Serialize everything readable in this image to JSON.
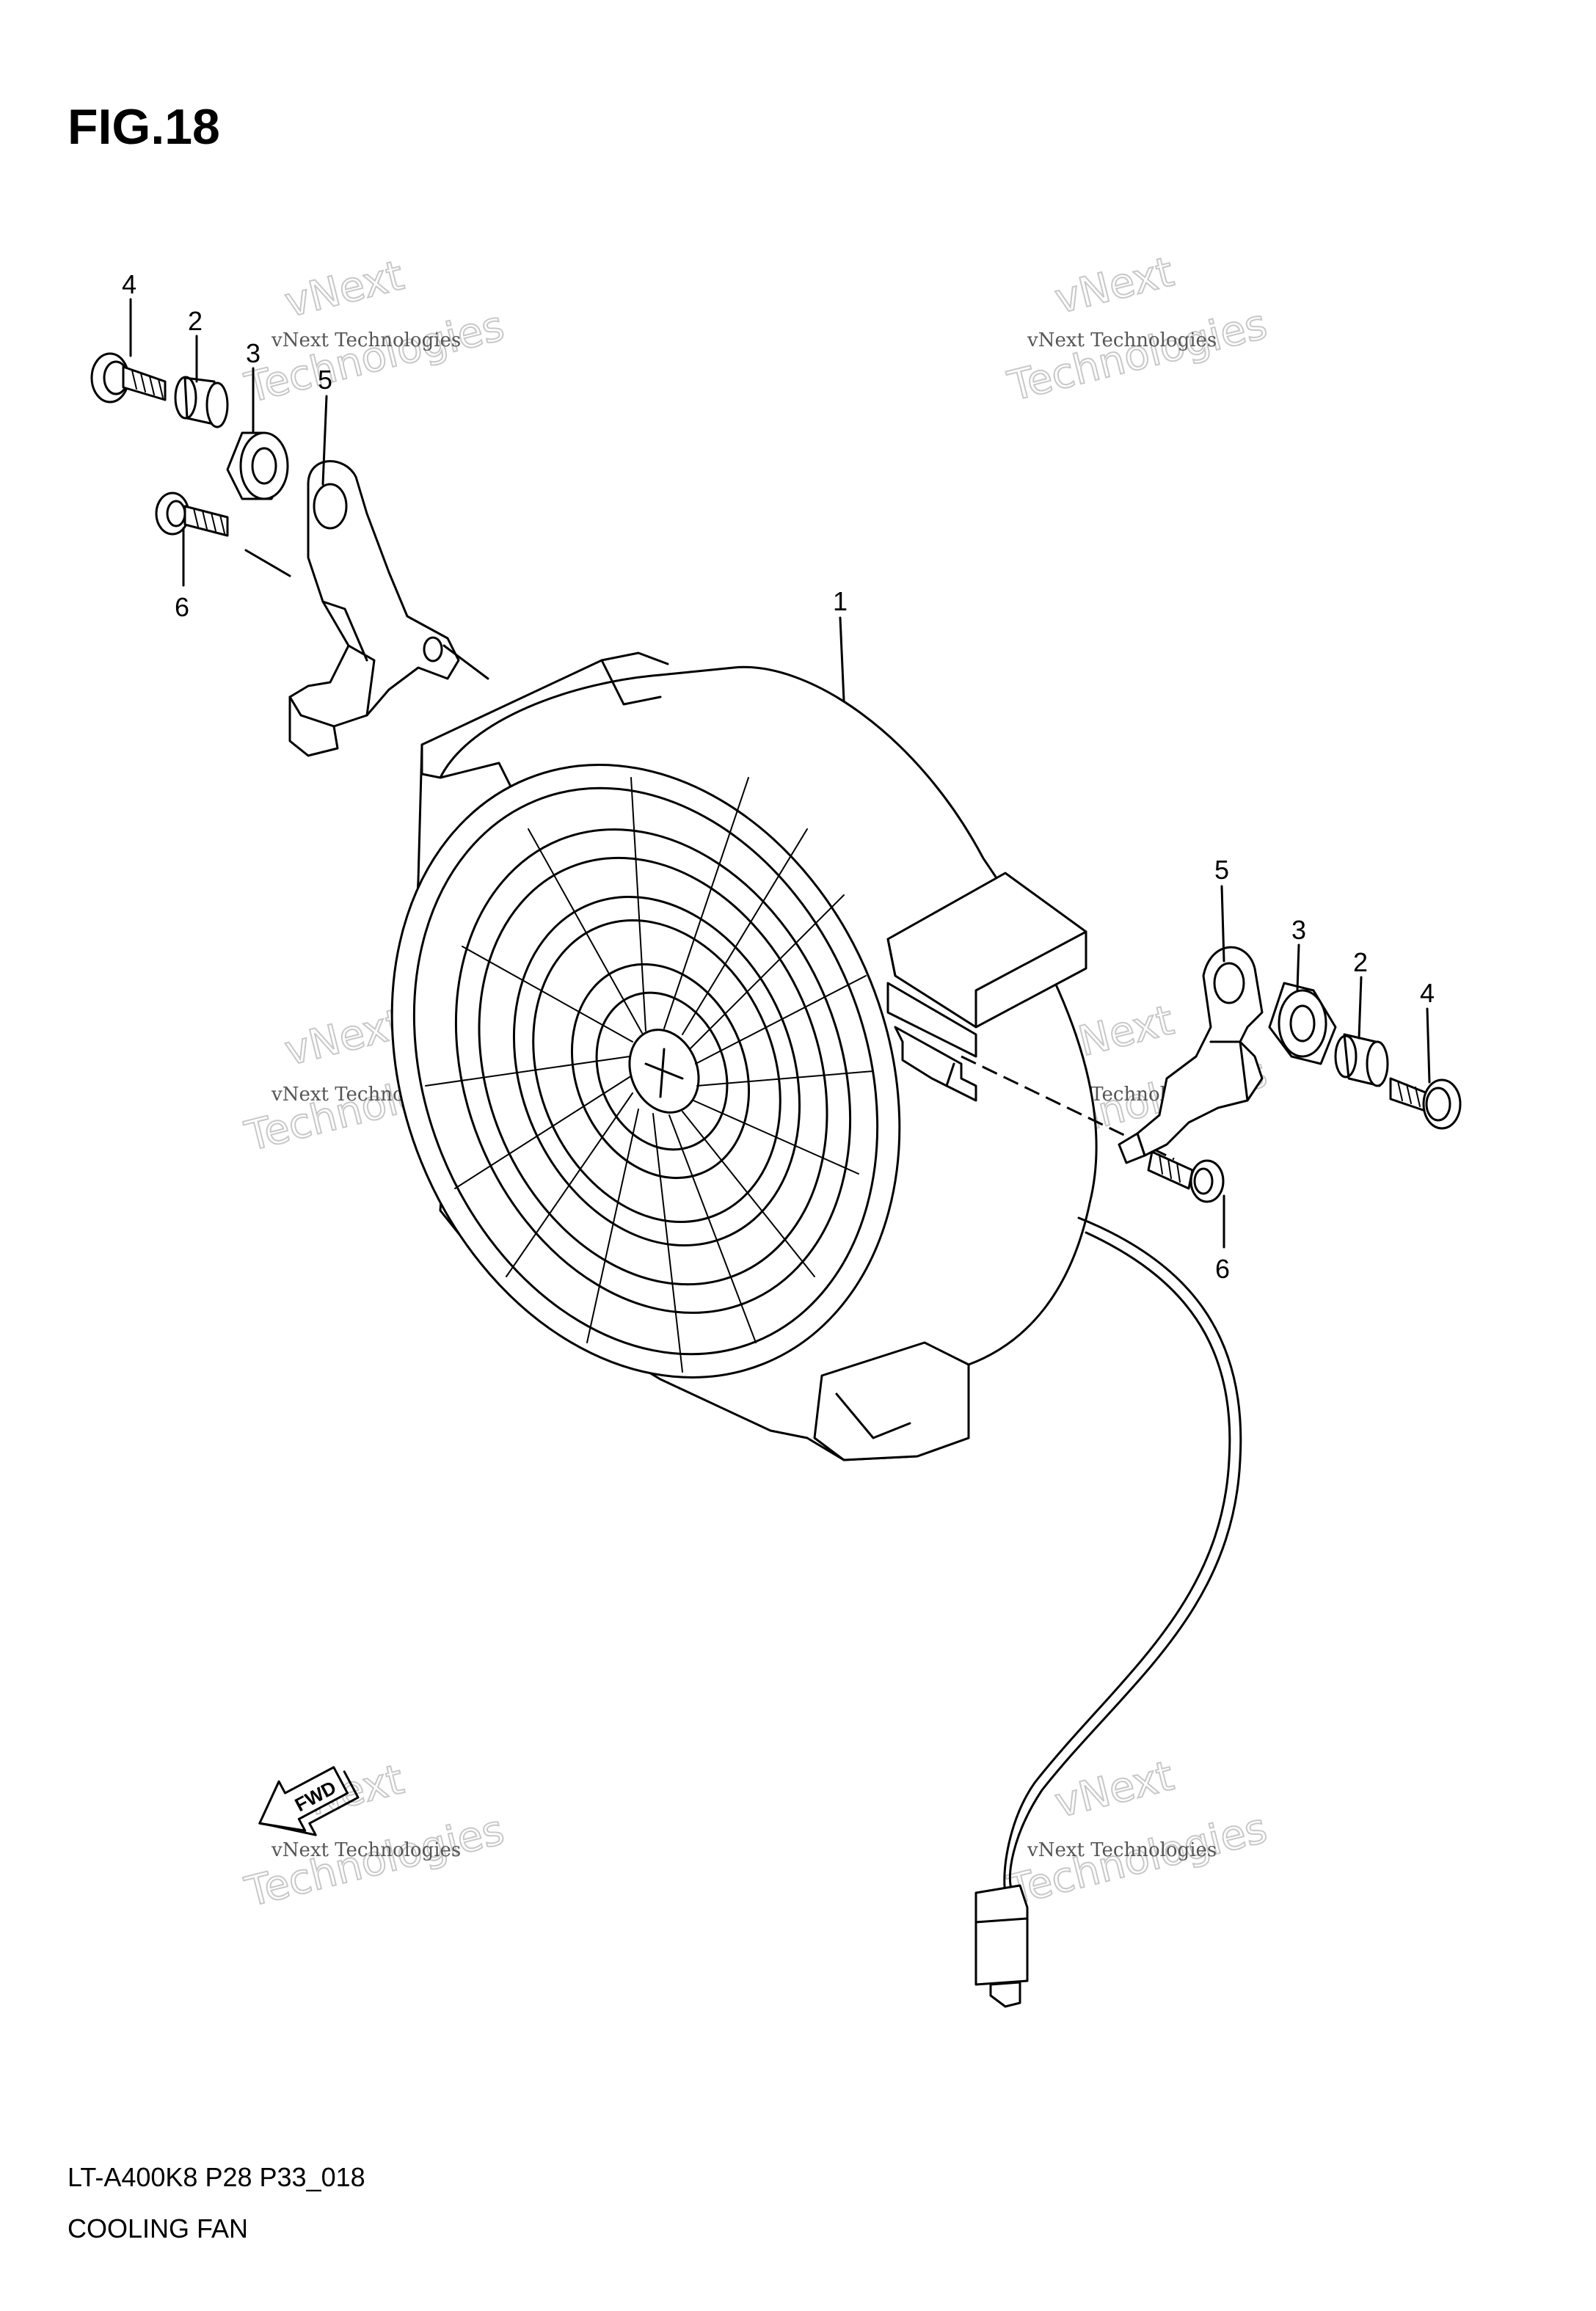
{
  "figure": {
    "title": "FIG.18",
    "code": "LT-A400K8 P28 P33_018",
    "name": "COOLING FAN"
  },
  "callouts": {
    "fan": "1",
    "left_collar": "2",
    "left_grommet": "3",
    "left_bolt": "4",
    "left_bracket": "5",
    "left_bracket_bolt": "6",
    "right_bracket": "5",
    "right_grommet": "3",
    "right_collar": "2",
    "right_bolt": "4",
    "right_bracket_bolt": "6"
  },
  "direction_arrow": {
    "label": "FWD",
    "icon": "forward-arrow-icon"
  },
  "watermark": {
    "small": "vNext Technologies",
    "big": "Technologies",
    "top": "vNext"
  }
}
